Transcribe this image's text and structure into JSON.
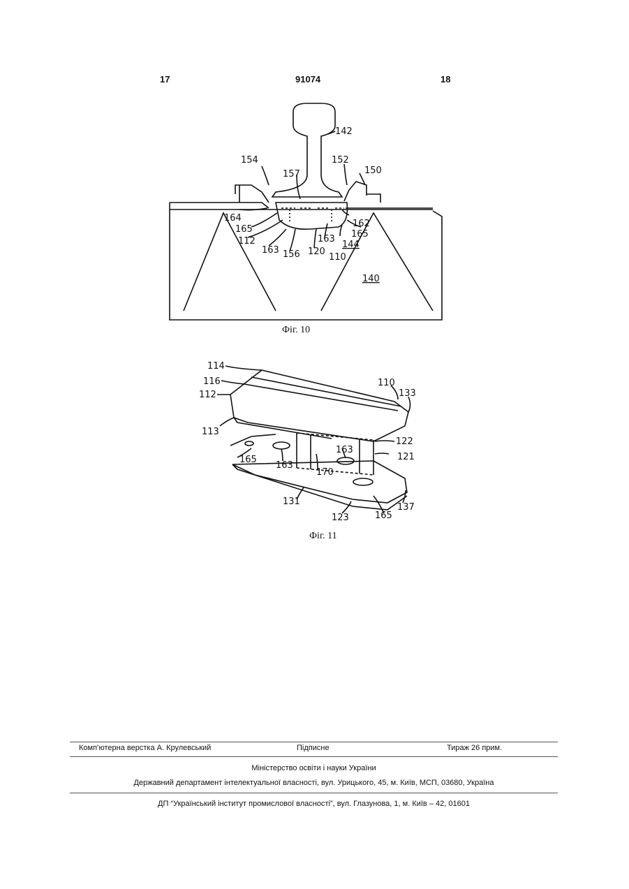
{
  "header": {
    "page_left": "17",
    "patent_number": "91074",
    "page_right": "18"
  },
  "figures": {
    "fig10": {
      "caption": "Фіг. 10",
      "labels": [
        "142",
        "154",
        "157",
        "152",
        "150",
        "164",
        "165",
        "112",
        "163",
        "156",
        "120",
        "163",
        "110",
        "162",
        "165",
        "144",
        "140"
      ]
    },
    "fig11": {
      "caption": "Фіг. 11",
      "labels": [
        "114",
        "116",
        "112",
        "113",
        "110",
        "133",
        "122",
        "121",
        "165",
        "163",
        "163",
        "170",
        "131",
        "123",
        "165",
        "137"
      ]
    }
  },
  "footer": {
    "layout": "Комп’ютерна верстка А. Крулевський",
    "signed": "Підписне",
    "circulation": "Тираж 26 прим.",
    "ministry": "Міністерство освіти і науки України",
    "department": "Державний департамент інтелектуальної власності, вул. Урицького, 45, м. Київ, МСП, 03680, Україна",
    "institute": "ДП “Український інститут промислової власності”, вул. Глазунова, 1, м. Київ – 42, 01601"
  }
}
